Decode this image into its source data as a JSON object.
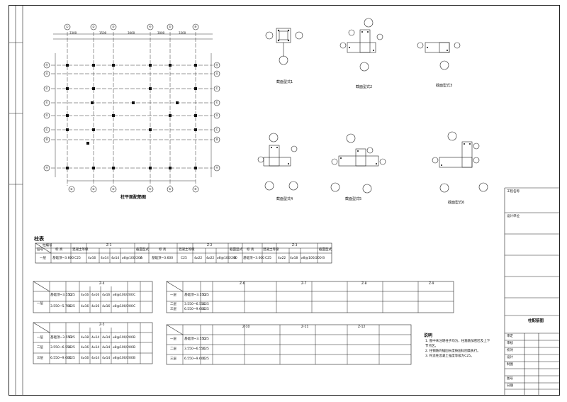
{
  "plan": {
    "title": "柱平面配筋图",
    "top_axes": [
      "①",
      "②",
      "③",
      "④",
      "⑤",
      "⑥"
    ],
    "bottom_axes": [
      "①",
      "②",
      "③",
      "④",
      "⑤",
      "⑥"
    ],
    "left_axes": [
      "Ⓐ",
      "Ⓑ",
      "Ⓒ",
      "Ⓓ",
      "Ⓔ",
      "Ⓕ",
      "Ⓖ",
      "Ⓗ"
    ],
    "right_axes": [
      "Ⓐ",
      "Ⓑ",
      "Ⓒ",
      "Ⓓ",
      "Ⓔ",
      "Ⓕ",
      "Ⓖ",
      "Ⓗ"
    ],
    "top_dims": [
      "3300",
      "1500",
      "3000",
      "3000",
      "3300"
    ]
  },
  "details": [
    {
      "label": "截面型式1"
    },
    {
      "label": "截面型式2"
    },
    {
      "label": "截面型式3"
    },
    {
      "label": "截面型式4"
    },
    {
      "label": "截面型式5"
    },
    {
      "label": "截面型式6"
    }
  ],
  "tables": {
    "section_title": "柱表",
    "t1": {
      "head": [
        "柱编号",
        "标 高",
        "混凝土等级",
        "Z-1",
        "",
        "",
        "",
        "",
        "截面型式",
        "标 高",
        "混凝土等级",
        "Z-2",
        "",
        "",
        "",
        "",
        "截面型式",
        "标 高",
        "混凝土等级",
        "Z-3",
        "",
        "",
        "",
        "",
        "截面型式"
      ],
      "row_label": "层号",
      "rows": [
        [
          "一层",
          "基础顶~3.600",
          "C25",
          "4⌀16",
          "4⌀14",
          "4⌀14",
          "⌀8@100/200",
          "A",
          "基础顶~3.600",
          "C25",
          "4⌀22",
          "4⌀22",
          "⌀8@100/200",
          "",
          "B",
          "基础顶~3.600",
          "C25",
          "4⌀22",
          "4⌀18",
          "⌀8@100/200",
          "",
          "B"
        ]
      ]
    },
    "t4": {
      "title": "Z-4",
      "rows": [
        [
          "一层",
          "基础顶~3.550",
          "C25",
          "4⌀16",
          "4⌀16",
          "4⌀16",
          "⌀8@100/200",
          "C"
        ],
        [
          "",
          "3.550~5.700",
          "C25",
          "4⌀16",
          "4⌀16",
          "4⌀16",
          "⌀8@100/200",
          "C"
        ]
      ]
    },
    "t5": {
      "title": "Z-5",
      "rows": [
        [
          "一层",
          "基础顶~3.550",
          "C25",
          "4⌀18",
          "4⌀14",
          "4⌀14",
          "⌀8@100/200",
          "B"
        ],
        [
          "二层",
          "3.550~6.550",
          "C25",
          "4⌀16",
          "4⌀14",
          "4⌀14",
          "⌀8@100/200",
          "B"
        ],
        [
          "三层",
          "6.550~9.600",
          "C25",
          "4⌀16",
          "4⌀14",
          "4⌀14",
          "⌀8@100/200",
          "B"
        ]
      ]
    },
    "t6": {
      "titles": [
        "Z-6",
        "Z-7",
        "Z-8",
        "Z-9"
      ],
      "rows": [
        [
          "一层",
          "基础顶~3.550",
          "C25"
        ],
        [
          "二层",
          "3.550~6.550",
          "C25"
        ],
        [
          "三层",
          "6.550~9.600",
          "C25"
        ]
      ]
    },
    "t10": {
      "titles": [
        "Z-10",
        "Z-11",
        "Z-12"
      ],
      "rows": [
        [
          "一层",
          "基础顶~3.550",
          "C25"
        ],
        [
          "二层",
          "3.550~6.550",
          "C25"
        ],
        [
          "三层",
          "6.550~9.600",
          "C25"
        ]
      ]
    }
  },
  "notes": {
    "title": "说明",
    "lines": [
      "1. 图中未注明柱子均为，柱箍筋加密区及上下",
      "   节点区。",
      "2. 柱钢筋的锚固长度按国标图集执行。",
      "3. 构造柱混凝土强度等级为C25。"
    ]
  },
  "title_block": {
    "drawing_name": "柱配筋图",
    "rows": [
      "工程名称",
      "设计单位",
      "审定",
      "审核",
      "校对",
      "设计",
      "制图",
      "图号",
      "日期"
    ]
  }
}
